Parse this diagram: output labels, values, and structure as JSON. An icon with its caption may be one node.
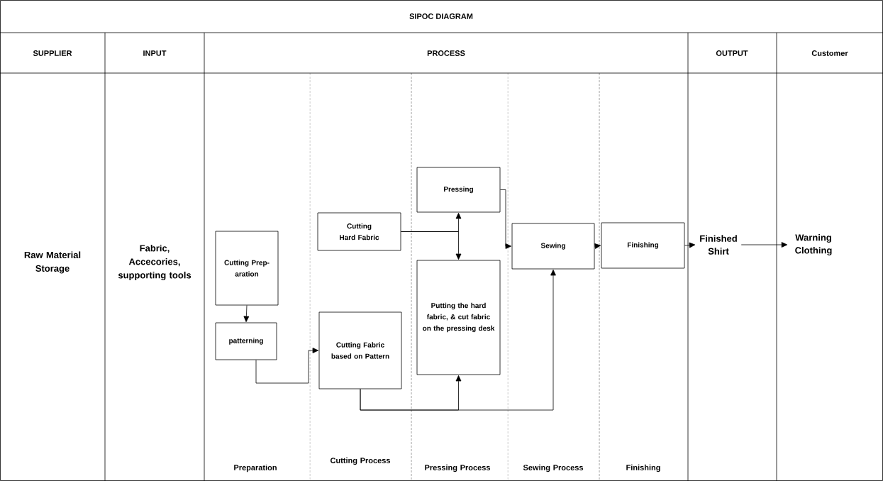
{
  "diagram": {
    "title": "SIPOC DIAGRAM",
    "nodes": [
      {
        "text": [
          "Cutting Prep- aration"
        ]
      },
      {
        "text": [
          "patterning"
        ]
      },
      {
        "text": [
          "Cutting Hard Fabric"
        ]
      },
      {
        "text": [
          "Cutting Fabric based on Pattern"
        ]
      },
      {
        "text": [
          "Pressing"
        ]
      },
      {
        "text": [
          "Putting the hard fabric, & cut fabric on the pressing desk"
        ]
      },
      {
        "text": [
          "Sewing"
        ]
      },
      {
        "text": [
          "Finishing"
        ]
      },
      {
        "text": [
          "Finished Shirt"
        ]
      },
      {
        "text": [
          "Warning Clothing"
        ]
      }
    ],
    "edges": [
      {
        "from": 0,
        "to": 1,
        "arrow": "to"
      },
      {
        "from": 1,
        "to": 3,
        "arrow": "to"
      },
      {
        "from": 2,
        "to": 4,
        "arrow": "to"
      },
      {
        "from": 2,
        "to": 5,
        "arrow": "to"
      },
      {
        "from": 3,
        "to": 5,
        "arrow": "to"
      },
      {
        "from": 3,
        "to": 6,
        "arrow": "to"
      },
      {
        "from": 4,
        "to": 6,
        "arrow": "to"
      },
      {
        "from": 6,
        "to": 7,
        "arrow": "to"
      },
      {
        "from": 7,
        "to": 8,
        "arrow": "to"
      },
      {
        "from": 8,
        "to": 9,
        "arrow": "to"
      }
    ],
    "labels": [
      "SUPPLIER",
      "INPUT",
      "PROCESS",
      "OUTPUT",
      "Customer",
      "Raw Material Storage",
      "Fabric, Accecories, supporting tools",
      "Preparation",
      "Cutting Process",
      "Pressing Process",
      "Sewing Process",
      "Finishing"
    ]
  }
}
